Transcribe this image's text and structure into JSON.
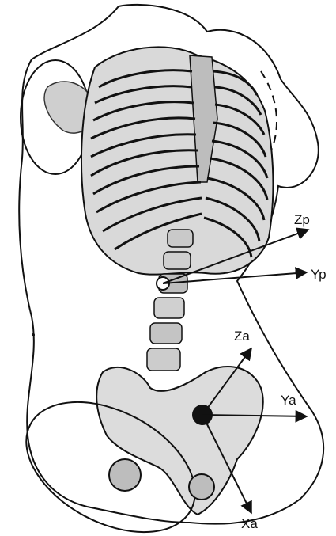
{
  "labels": {
    "zp": "Zp",
    "yp": "Yp",
    "za": "Za",
    "ya": "Ya",
    "xa": "Xa"
  },
  "colors": {
    "ink": "#111111",
    "paper": "#ffffff",
    "shade": "#9a9a9a"
  }
}
